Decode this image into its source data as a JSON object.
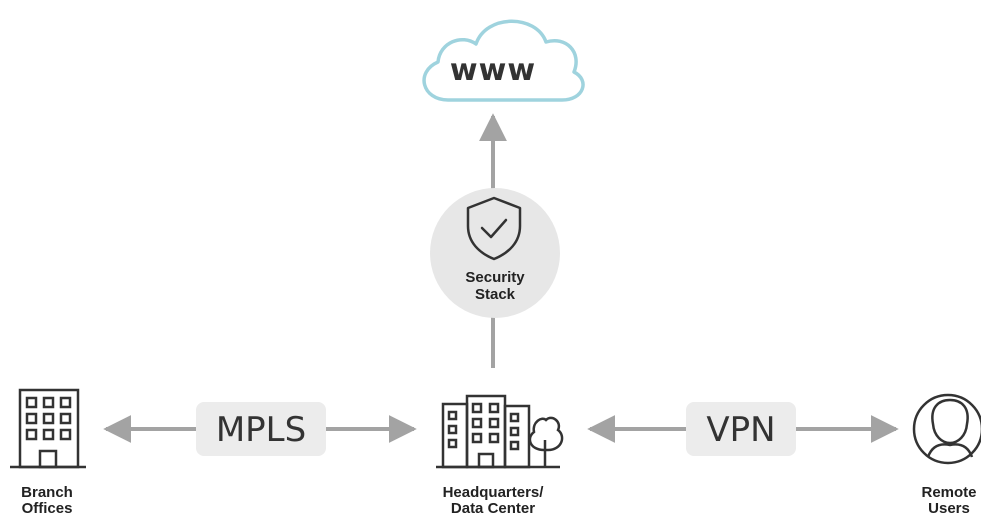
{
  "cloud": {
    "label": "www"
  },
  "security_stack": {
    "line1": "Security",
    "line2": "Stack"
  },
  "links": {
    "left": {
      "label": "MPLS"
    },
    "right": {
      "label": "VPN"
    }
  },
  "nodes": {
    "branch": {
      "line1": "Branch",
      "line2": "Offices"
    },
    "headquarters": {
      "line1": "Headquarters/",
      "line2": "Data Center"
    },
    "remote": {
      "line1": "Remote",
      "line2": "Users"
    }
  },
  "colors": {
    "cloud_stroke": "#9fd3de",
    "arrow": "#a3a3a3",
    "pill_fill": "#ececec",
    "circle_fill": "#e7e7e7",
    "icon_stroke": "#333333"
  }
}
